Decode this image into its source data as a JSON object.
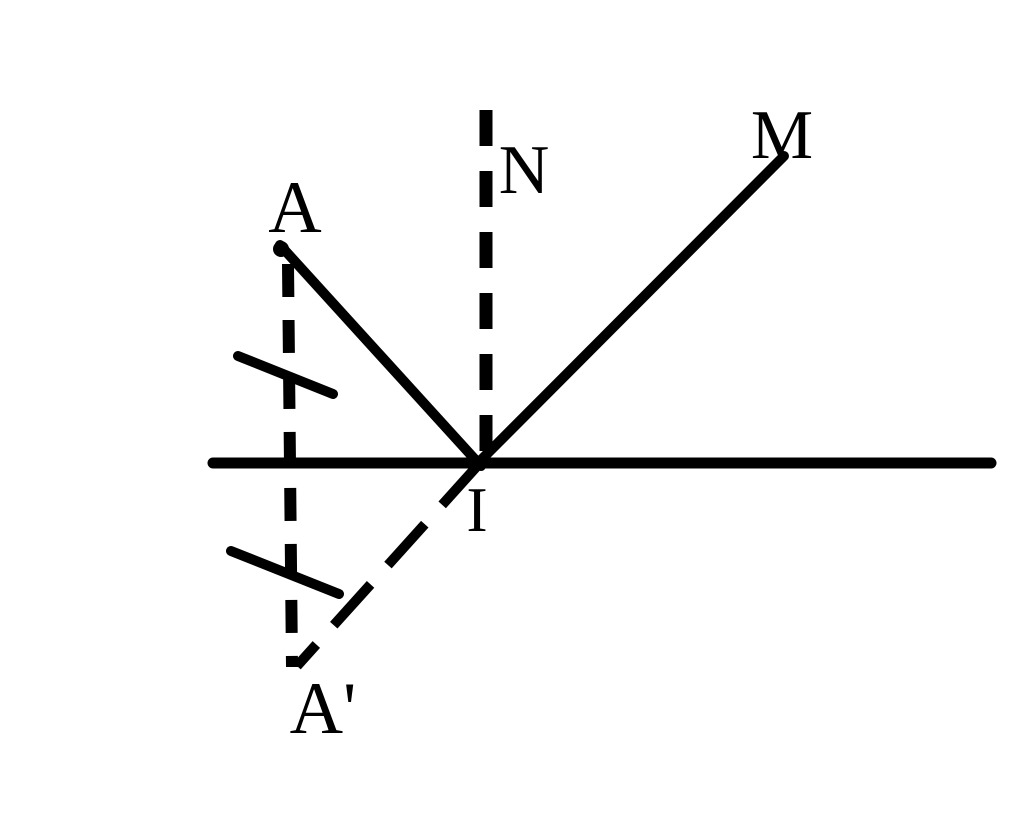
{
  "diagram": {
    "labels": {
      "object_point": "A",
      "normal": "N",
      "reflected_ray_end": "M",
      "incidence_point": "I",
      "image_point": "A'"
    },
    "colors": {
      "stroke": "#000000",
      "background": "#ffffff"
    }
  }
}
